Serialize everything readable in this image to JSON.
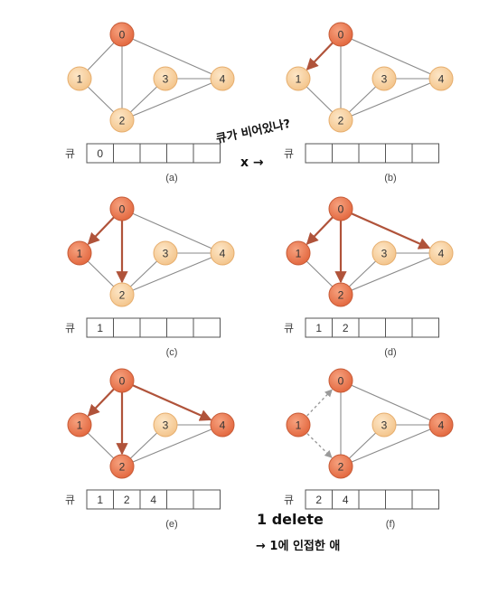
{
  "queue_label": "큐",
  "colors": {
    "visited_fill": "#e77a52",
    "visited_stroke": "#c65a36",
    "unvisited_fill": "#f7cf9c",
    "unvisited_stroke": "#e6ad6c",
    "tree_edge": "#b0533a",
    "plain_edge": "#8a8a8a"
  },
  "graph": {
    "nodes": [
      "0",
      "1",
      "2",
      "3",
      "4"
    ],
    "edges": [
      [
        "0",
        "1"
      ],
      [
        "0",
        "2"
      ],
      [
        "0",
        "4"
      ],
      [
        "1",
        "2"
      ],
      [
        "2",
        "3"
      ],
      [
        "2",
        "4"
      ],
      [
        "3",
        "4"
      ]
    ]
  },
  "panels": [
    {
      "id": "a",
      "label": "(a)",
      "visited": [
        "0"
      ],
      "tree_edges": [],
      "dashed_edges": [],
      "queue": [
        "0",
        "",
        "",
        "",
        ""
      ]
    },
    {
      "id": "b",
      "label": "(b)",
      "visited": [
        "0"
      ],
      "tree_edges": [
        [
          "0",
          "1"
        ]
      ],
      "dashed_edges": [],
      "queue": [
        "",
        "",
        "",
        "",
        ""
      ]
    },
    {
      "id": "c",
      "label": "(c)",
      "visited": [
        "0",
        "1"
      ],
      "tree_edges": [
        [
          "0",
          "1"
        ],
        [
          "0",
          "2"
        ]
      ],
      "dashed_edges": [],
      "queue": [
        "1",
        "",
        "",
        "",
        ""
      ]
    },
    {
      "id": "d",
      "label": "(d)",
      "visited": [
        "0",
        "1",
        "2"
      ],
      "tree_edges": [
        [
          "0",
          "1"
        ],
        [
          "0",
          "2"
        ],
        [
          "0",
          "4"
        ]
      ],
      "dashed_edges": [],
      "queue": [
        "1",
        "2",
        "",
        "",
        ""
      ]
    },
    {
      "id": "e",
      "label": "(e)",
      "visited": [
        "0",
        "1",
        "2",
        "4"
      ],
      "tree_edges": [
        [
          "0",
          "1"
        ],
        [
          "0",
          "2"
        ],
        [
          "0",
          "4"
        ]
      ],
      "dashed_edges": [],
      "queue": [
        "1",
        "2",
        "4",
        "",
        ""
      ]
    },
    {
      "id": "f",
      "label": "(f)",
      "visited": [
        "0",
        "1",
        "2",
        "4"
      ],
      "tree_edges": [],
      "dashed_edges": [
        [
          "1",
          "0"
        ],
        [
          "1",
          "2"
        ]
      ],
      "queue": [
        "2",
        "4",
        "",
        "",
        ""
      ]
    }
  ],
  "handwritten_notes": {
    "queue_empty_question": "큐가 비어있나?",
    "x_arrow": "x →",
    "delete_note": "1 delete",
    "adjacent_note": "→ 1에 인접한 애"
  }
}
